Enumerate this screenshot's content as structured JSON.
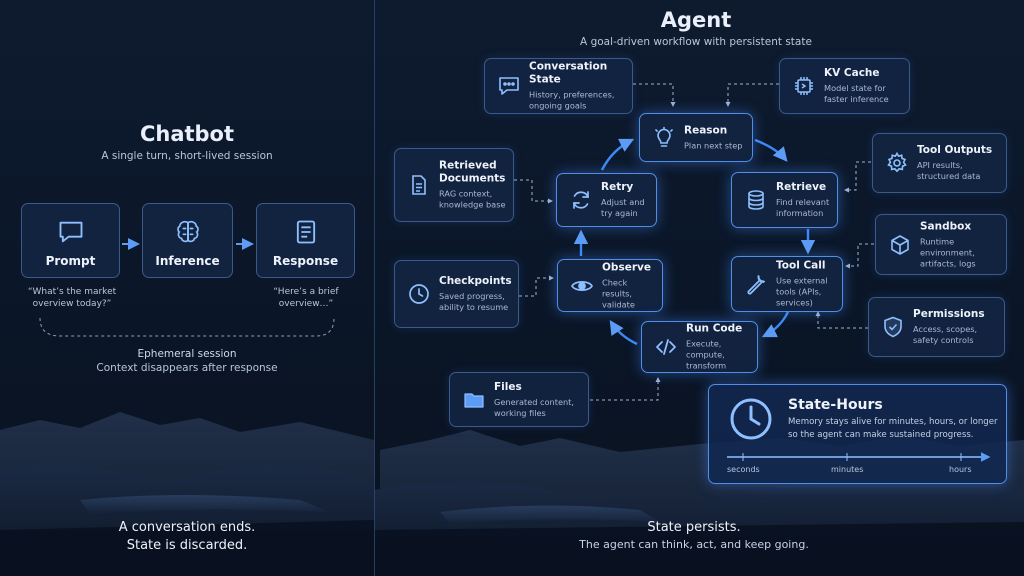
{
  "chatbot": {
    "title": "Chatbot",
    "subtitle": "A single turn, short-lived session",
    "steps": [
      {
        "label": "Prompt",
        "icon": "chat-bubble-icon"
      },
      {
        "label": "Inference",
        "icon": "brain-icon"
      },
      {
        "label": "Response",
        "icon": "document-icon"
      }
    ],
    "prompt_quote": "“What’s the market overview today?”",
    "response_quote": "“Here’s a brief overview…”",
    "session_title": "Ephemeral session",
    "session_desc": "Context disappears after response",
    "footer_line1": "A conversation ends.",
    "footer_line2": "State is discarded."
  },
  "agent": {
    "title": "Agent",
    "subtitle": "A goal-driven workflow with persistent state",
    "nodes": {
      "conversation_state": {
        "label": "Conversation State",
        "desc": "History, preferences, ongoing goals",
        "icon": "chat-dots-icon"
      },
      "kv_cache": {
        "label": "KV Cache",
        "desc": "Model state for faster inference",
        "icon": "chip-icon"
      },
      "reason": {
        "label": "Reason",
        "desc": "Plan next step",
        "icon": "lightbulb-icon"
      },
      "retrieve": {
        "label": "Retrieve",
        "desc": "Find relevant information",
        "icon": "database-icon"
      },
      "retry": {
        "label": "Retry",
        "desc": "Adjust and try again",
        "icon": "refresh-icon"
      },
      "retrieved_documents": {
        "label": "Retrieved Documents",
        "desc": "RAG context, knowledge base",
        "icon": "document-icon"
      },
      "tool_outputs": {
        "label": "Tool Outputs",
        "desc": "API results, structured data",
        "icon": "gear-icon"
      },
      "sandbox": {
        "label": "Sandbox",
        "desc": "Runtime environment, artifacts, logs",
        "icon": "cube-icon"
      },
      "tool_call": {
        "label": "Tool Call",
        "desc": "Use external tools (APIs, services)",
        "icon": "wrench-icon"
      },
      "observe": {
        "label": "Observe",
        "desc": "Check results, validate",
        "icon": "eye-icon"
      },
      "checkpoints": {
        "label": "Checkpoints",
        "desc": "Saved progress, ability to resume",
        "icon": "clock-icon"
      },
      "permissions": {
        "label": "Permissions",
        "desc": "Access, scopes, safety controls",
        "icon": "shield-icon"
      },
      "run_code": {
        "label": "Run Code",
        "desc": "Execute, compute, transform",
        "icon": "code-icon"
      },
      "files": {
        "label": "Files",
        "desc": "Generated content, working files",
        "icon": "folder-icon"
      }
    },
    "state_hours": {
      "title": "State-Hours",
      "desc": "Memory stays alive for minutes, hours, or longer so the agent can make sustained progress.",
      "ticks": [
        "seconds",
        "minutes",
        "hours"
      ],
      "icon": "clock-icon"
    },
    "footer_line1": "State persists.",
    "footer_line2": "The agent can think, act, and keep going."
  },
  "colors": {
    "accent": "#3d8af7",
    "icon": "#8ec0ff",
    "border": "#3a5a8c",
    "card": "#142646"
  }
}
